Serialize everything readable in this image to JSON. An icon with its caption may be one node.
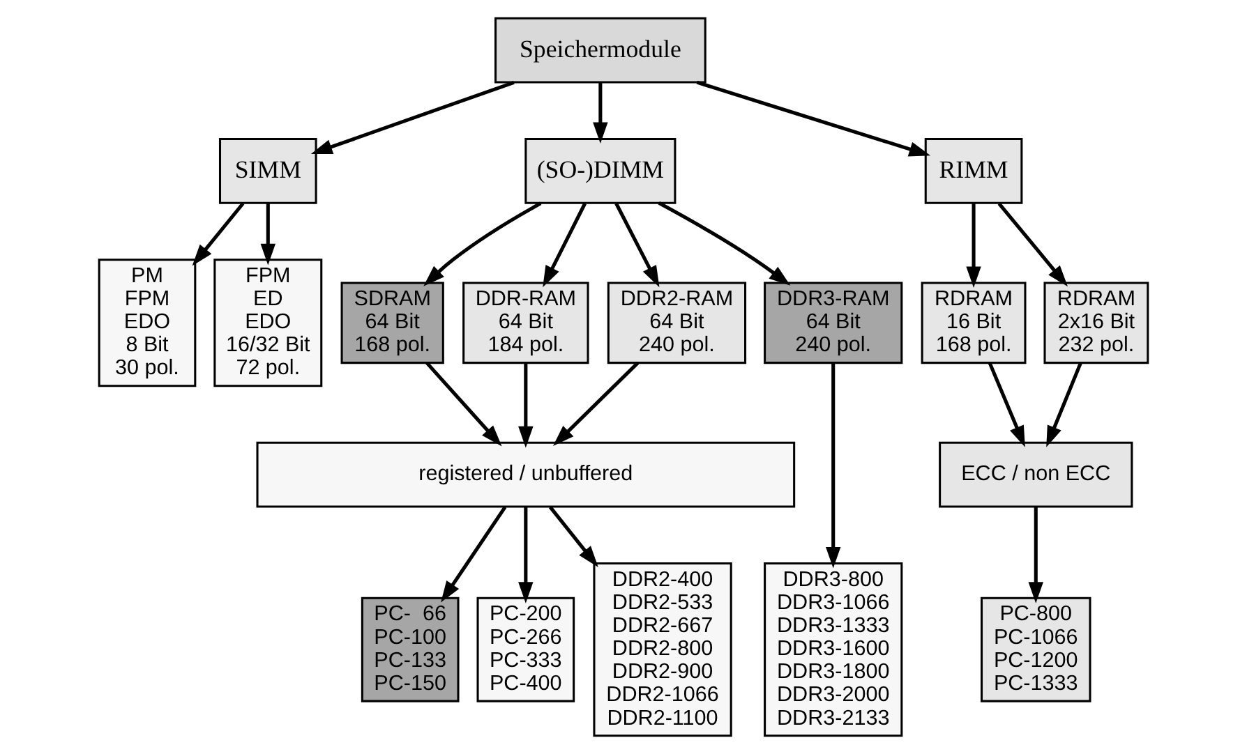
{
  "diagram": {
    "nodes": [
      {
        "text": [
          "Speichermodule"
        ]
      },
      {
        "text": [
          "SIMM"
        ]
      },
      {
        "text": [
          "(SO-)DIMM"
        ]
      },
      {
        "text": [
          "RIMM"
        ]
      },
      {
        "text": [
          "PM",
          "FPM",
          "EDO",
          "8 Bit",
          "30 pol."
        ]
      },
      {
        "text": [
          "FPM",
          "ED",
          "EDO",
          "16/32 Bit",
          "72 pol."
        ]
      },
      {
        "text": [
          "SDRAM",
          "64 Bit",
          "168 pol."
        ]
      },
      {
        "text": [
          "DDR-RAM",
          "64 Bit",
          "184 pol."
        ]
      },
      {
        "text": [
          "DDR2-RAM",
          "64 Bit",
          "240 pol."
        ]
      },
      {
        "text": [
          "DDR3-RAM",
          "64 Bit",
          "240 pol."
        ]
      },
      {
        "text": [
          "RDRAM",
          "16 Bit",
          "168 pol."
        ]
      },
      {
        "text": [
          "RDRAM",
          "2x16 Bit",
          "232 pol."
        ]
      },
      {
        "text": [
          "registered / unbuffered"
        ]
      },
      {
        "text": [
          "ECC / non ECC"
        ]
      },
      {
        "text": [
          "PC-  66",
          "PC-100",
          "PC-133",
          "PC-150"
        ]
      },
      {
        "text": [
          "PC-200",
          "PC-266",
          "PC-333",
          "PC-400"
        ]
      },
      {
        "text": [
          "DDR2-400",
          "DDR2-533",
          "DDR2-667",
          "DDR2-800",
          "DDR2-900",
          "DDR2-1066",
          "DDR2-1100"
        ]
      },
      {
        "text": [
          "DDR3-800",
          "DDR3-1066",
          "DDR3-1333",
          "DDR3-1600",
          "DDR3-1800",
          "DDR3-2000",
          "DDR3-2133"
        ]
      },
      {
        "text": [
          "PC-800",
          "PC-1066",
          "PC-1200",
          "PC-1333"
        ]
      }
    ],
    "edges": [
      {
        "from": 0,
        "to": 1,
        "arrow": "to"
      },
      {
        "from": 0,
        "to": 2,
        "arrow": "to"
      },
      {
        "from": 0,
        "to": 3,
        "arrow": "to"
      },
      {
        "from": 1,
        "to": 4,
        "arrow": "to"
      },
      {
        "from": 1,
        "to": 5,
        "arrow": "to"
      },
      {
        "from": 2,
        "to": 6,
        "arrow": "to"
      },
      {
        "from": 2,
        "to": 7,
        "arrow": "to"
      },
      {
        "from": 2,
        "to": 8,
        "arrow": "to"
      },
      {
        "from": 2,
        "to": 9,
        "arrow": "to"
      },
      {
        "from": 3,
        "to": 10,
        "arrow": "to"
      },
      {
        "from": 3,
        "to": 11,
        "arrow": "to"
      },
      {
        "from": 6,
        "to": 12,
        "arrow": "to"
      },
      {
        "from": 7,
        "to": 12,
        "arrow": "to"
      },
      {
        "from": 8,
        "to": 12,
        "arrow": "to"
      },
      {
        "from": 12,
        "to": 14,
        "arrow": "to"
      },
      {
        "from": 12,
        "to": 15,
        "arrow": "to"
      },
      {
        "from": 12,
        "to": 16,
        "arrow": "to"
      },
      {
        "from": 9,
        "to": 17,
        "arrow": "to"
      },
      {
        "from": 10,
        "to": 13,
        "arrow": "to"
      },
      {
        "from": 11,
        "to": 13,
        "arrow": "to"
      },
      {
        "from": 13,
        "to": 18,
        "arrow": "to"
      }
    ]
  }
}
